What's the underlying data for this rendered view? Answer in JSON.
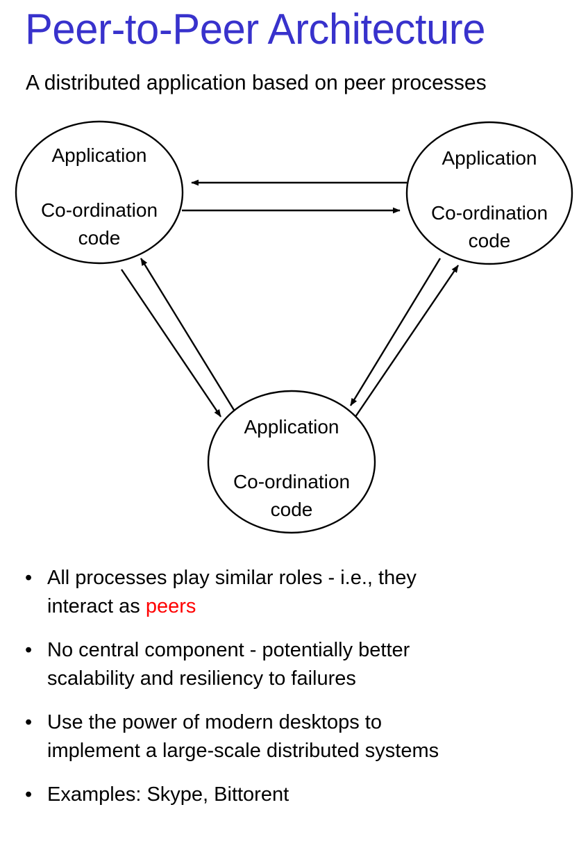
{
  "slide": {
    "title": "Peer-to-Peer Architecture",
    "subtitle": "A distributed application based on peer processes",
    "title_color": "#3832cc",
    "accent_color": "#ff0000",
    "background_color": "#ffffff"
  },
  "diagram": {
    "type": "node-link",
    "node_label_line1": "Application",
    "node_label_line2": "Co-ordination",
    "node_label_line3": "code",
    "nodes": [
      {
        "id": "peer-left",
        "name": "peer-node-left",
        "lines": [
          "Application",
          "Co-ordination",
          "code"
        ]
      },
      {
        "id": "peer-right",
        "name": "peer-node-right",
        "lines": [
          "Application",
          "Co-ordination",
          "code"
        ]
      },
      {
        "id": "peer-bottom",
        "name": "peer-node-bottom",
        "lines": [
          "Application",
          "Co-ordination",
          "code"
        ]
      }
    ],
    "edges": [
      {
        "from": "peer-right",
        "to": "peer-left",
        "direction": "left"
      },
      {
        "from": "peer-left",
        "to": "peer-right",
        "direction": "right"
      },
      {
        "from": "peer-bottom",
        "to": "peer-left",
        "direction": "up-left"
      },
      {
        "from": "peer-left",
        "to": "peer-bottom",
        "direction": "down-right"
      },
      {
        "from": "peer-right",
        "to": "peer-bottom",
        "direction": "down-left"
      },
      {
        "from": "peer-bottom",
        "to": "peer-right",
        "direction": "up-right"
      }
    ]
  },
  "bullets": [
    {
      "marker": "•",
      "pre": "All processes play similar roles - i.e., they\ninteract as ",
      "highlight": "peers",
      "post": ""
    },
    {
      "marker": "•",
      "pre": "No central component - potentially better\nscalability and resiliency to failures",
      "highlight": "",
      "post": ""
    },
    {
      "marker": "•",
      "pre": "Use the power of modern desktops to\nimplement a large-scale distributed systems",
      "highlight": "",
      "post": ""
    },
    {
      "marker": "•",
      "pre": "Examples: Skype, Bittorent",
      "highlight": "",
      "post": ""
    }
  ]
}
